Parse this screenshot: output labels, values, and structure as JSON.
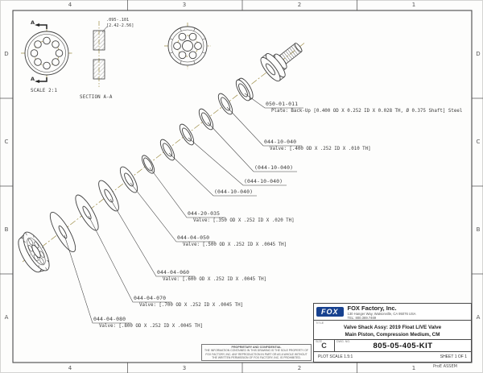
{
  "sheet": {
    "zones": {
      "columns": [
        "4",
        "3",
        "2",
        "1"
      ],
      "rows": [
        "D",
        "C",
        "B",
        "A"
      ]
    }
  },
  "views": {
    "scale_label": "SCALE 2:1",
    "section_label": "SECTION A-A",
    "cut_label_top": "A",
    "cut_label_bottom": "A",
    "thickness_dim": {
      "inches": ".095-.101",
      "mm": "[2.42-2.56]"
    }
  },
  "callouts": [
    {
      "pn": "050-01-011",
      "desc": "Plate: Back-Up [0.400 OD X 0.252 ID X 0.028 TH, Ø 0.375 Shaft] Steel"
    },
    {
      "pn": "044-10-040",
      "desc": "Valve: [.400 OD X .252 ID X .010 TH]"
    },
    {
      "pn": "(044-10-040)",
      "desc": ""
    },
    {
      "pn": "(044-10-040)",
      "desc": ""
    },
    {
      "pn": "(044-10-040)",
      "desc": ""
    },
    {
      "pn": "044-20-035",
      "desc": "Valve: [.350 OD X .252 ID X .020 TH]"
    },
    {
      "pn": "044-04-050",
      "desc": "Valve: [.500 OD X .252 ID X .0045 TH]"
    },
    {
      "pn": "044-04-060",
      "desc": "Valve: [.600 OD X .252 ID X .0045 TH]"
    },
    {
      "pn": "044-04-070",
      "desc": "Valve: [.700 OD X .252 ID X .0045 TH]"
    },
    {
      "pn": "044-04-080",
      "desc": "Valve: [.800 OD X .252 ID X .0045 TH]"
    }
  ],
  "title_block": {
    "logo_text": "FOX",
    "company": "FOX Factory, Inc.",
    "address": "130 Hanger Way, Watsonville, CA 95076 USA",
    "phone": "TEL: 800.369.7469",
    "title_label": "TITLE",
    "title_line1": "Valve Shack Assy: 2019 Float LIVE Valve",
    "title_line2": "Main Piston, Compression Medium, CM",
    "size_label": "SIZE",
    "size": "C",
    "dwg_no_label": "DWG. NO.",
    "dwg_no": "805-05-405-KIT",
    "plot_scale": "PLOT SCALE 1.5:1",
    "sheet_info": "SHEET 1 OF 1"
  },
  "proprietary": {
    "heading": "PROPRIETARY AND CONFIDENTIAL",
    "body": "THE INFORMATION CONTAINED IN THIS DRAWING IS THE SOLE PROPERTY OF FOX FACTORY, INC. ANY REPRODUCTION IN PART OR AS A WHOLE WITHOUT THE WRITTEN PERMISSION OF FOX FACTORY, INC. IS PROHIBITED."
  },
  "footer_note": "ProE ASSEM",
  "colors": {
    "line": "#3f3f3f",
    "centerline": "#9c8b43",
    "logo_blue": "#17418f"
  }
}
